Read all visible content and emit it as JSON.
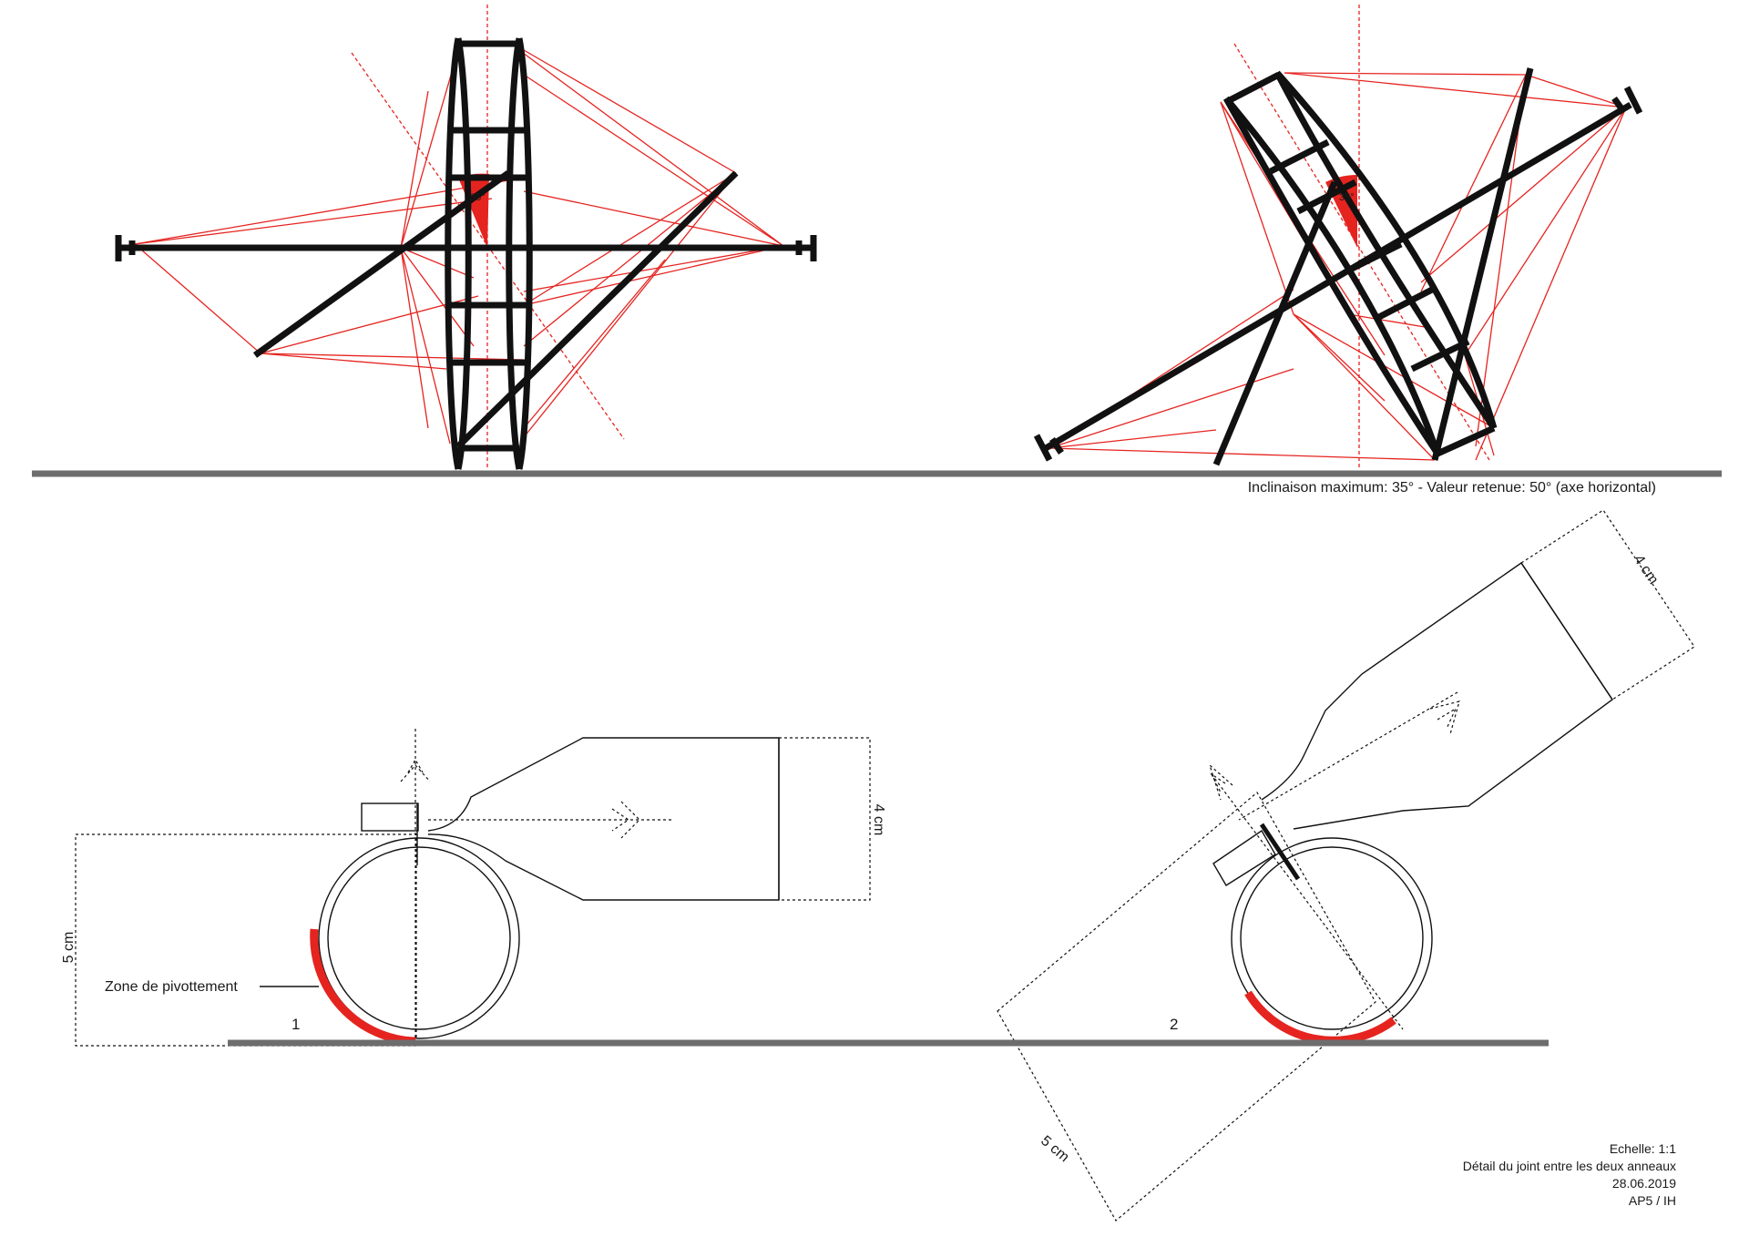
{
  "colors": {
    "accent_red": "#e52420",
    "line_black": "#111111",
    "ground_grey": "#6d6d6d"
  },
  "top": {
    "angle_left": "35°",
    "angle_right": "35°",
    "caption": "Inclinaison maximum: 35° - Valeur retenue: 50° (axe horizontal)"
  },
  "detail1": {
    "dim_height": "4 cm",
    "dim_width": "5 cm",
    "zone_label": "Zone de pivottement",
    "number": "1"
  },
  "detail2": {
    "dim_height": "4 cm",
    "dim_width": "5 cm",
    "number": "2"
  },
  "title_block": {
    "scale": "Echelle: 1:1",
    "description": "Détail du joint entre les deux anneaux",
    "date": "28.06.2019",
    "reference": "AP5 / IH"
  }
}
